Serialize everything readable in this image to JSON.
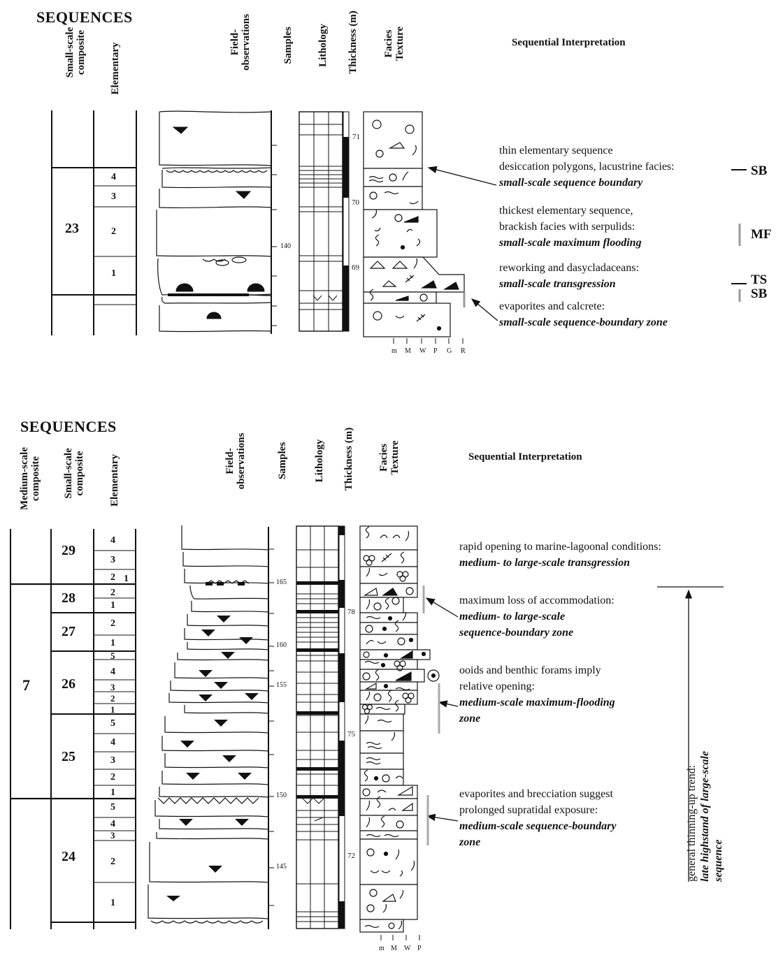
{
  "top": {
    "title": "SEQUENCES",
    "headers": {
      "small_scale": "Small-scale\ncomposite",
      "elementary": "Elementary",
      "field_obs": "Field-\nobservations",
      "samples": "Samples",
      "lithology": "Lithology",
      "thickness": "Thickness (m)",
      "facies": "Facies\nTexture",
      "seq_interp": "Sequential Interpretation"
    },
    "small_scale_number": "23",
    "elementary_numbers": [
      "4",
      "3",
      "2",
      "1"
    ],
    "sample_ticks": [
      "140"
    ],
    "thickness_marks": [
      "71",
      "70",
      "69"
    ],
    "texture_axis": [
      "m",
      "M",
      "W",
      "P",
      "G",
      "R"
    ],
    "annotations": [
      {
        "normal": [
          "thin elementary sequence",
          "desiccation polygons, lacustrine facies:"
        ],
        "emph": [
          "small-scale sequence boundary"
        ]
      },
      {
        "normal": [
          "thickest elementary sequence,",
          "brackish facies with serpulids:"
        ],
        "emph": [
          "small-scale maximum flooding"
        ]
      },
      {
        "normal": [
          "reworking and dasycladaceans:"
        ],
        "emph": [
          "small-scale transgression"
        ]
      },
      {
        "normal": [
          "evaporites and calcrete:"
        ],
        "emph": [
          "small-scale sequence-boundary zone"
        ]
      }
    ],
    "tags": [
      "SB",
      "MF",
      "TS",
      "SB"
    ]
  },
  "bottom": {
    "title": "SEQUENCES",
    "headers": {
      "medium_scale": "Medium-scale\ncomposite",
      "small_scale": "Small-scale\ncomposite",
      "elementary": "Elementary",
      "field_obs": "Field-\nobservations",
      "samples": "Samples",
      "lithology": "Lithology",
      "thickness": "Thickness (m)",
      "facies": "Facies\nTexture",
      "seq_interp": "Sequential Interpretation"
    },
    "medium_scale_number": "7",
    "small_scale_numbers": [
      "29",
      "28",
      "27",
      "26",
      "25",
      "24"
    ],
    "elementary": {
      "s29": [
        "4",
        "3",
        "2"
      ],
      "s29_extra": "1",
      "s28": [
        "2",
        "1"
      ],
      "s27": [
        "2",
        "1"
      ],
      "s26": [
        "5",
        "4",
        "3",
        "2",
        "1"
      ],
      "s25": [
        "5",
        "4",
        "3",
        "2",
        "1"
      ],
      "s24": [
        "5",
        "4",
        "3",
        "2",
        "1"
      ]
    },
    "sample_ticks": [
      "165",
      "160",
      "155",
      "150",
      "145"
    ],
    "thickness_marks": [
      "78",
      "75",
      "72"
    ],
    "texture_axis": [
      "m",
      "M",
      "W",
      "P"
    ],
    "annotations": [
      {
        "normal": [
          "rapid opening to marine-lagoonal conditions:"
        ],
        "emph": [
          "medium- to large-scale transgression"
        ]
      },
      {
        "normal": [
          "maximum loss of accommodation:"
        ],
        "emph": [
          "medium- to large-scale",
          "sequence-boundary zone"
        ]
      },
      {
        "normal": [
          "ooids and benthic forams imply",
          "relative opening:"
        ],
        "emph": [
          "medium-scale maximum-flooding",
          "zone"
        ]
      },
      {
        "normal": [
          "evaporites and brecciation suggest",
          "prolonged supratidal exposure:"
        ],
        "emph": [
          "medium-scale sequence-boundary",
          "zone"
        ]
      }
    ],
    "trend": {
      "normal": "general thinning-up trend:",
      "emph": [
        "late highstand of large-scale",
        "sequence"
      ]
    }
  }
}
